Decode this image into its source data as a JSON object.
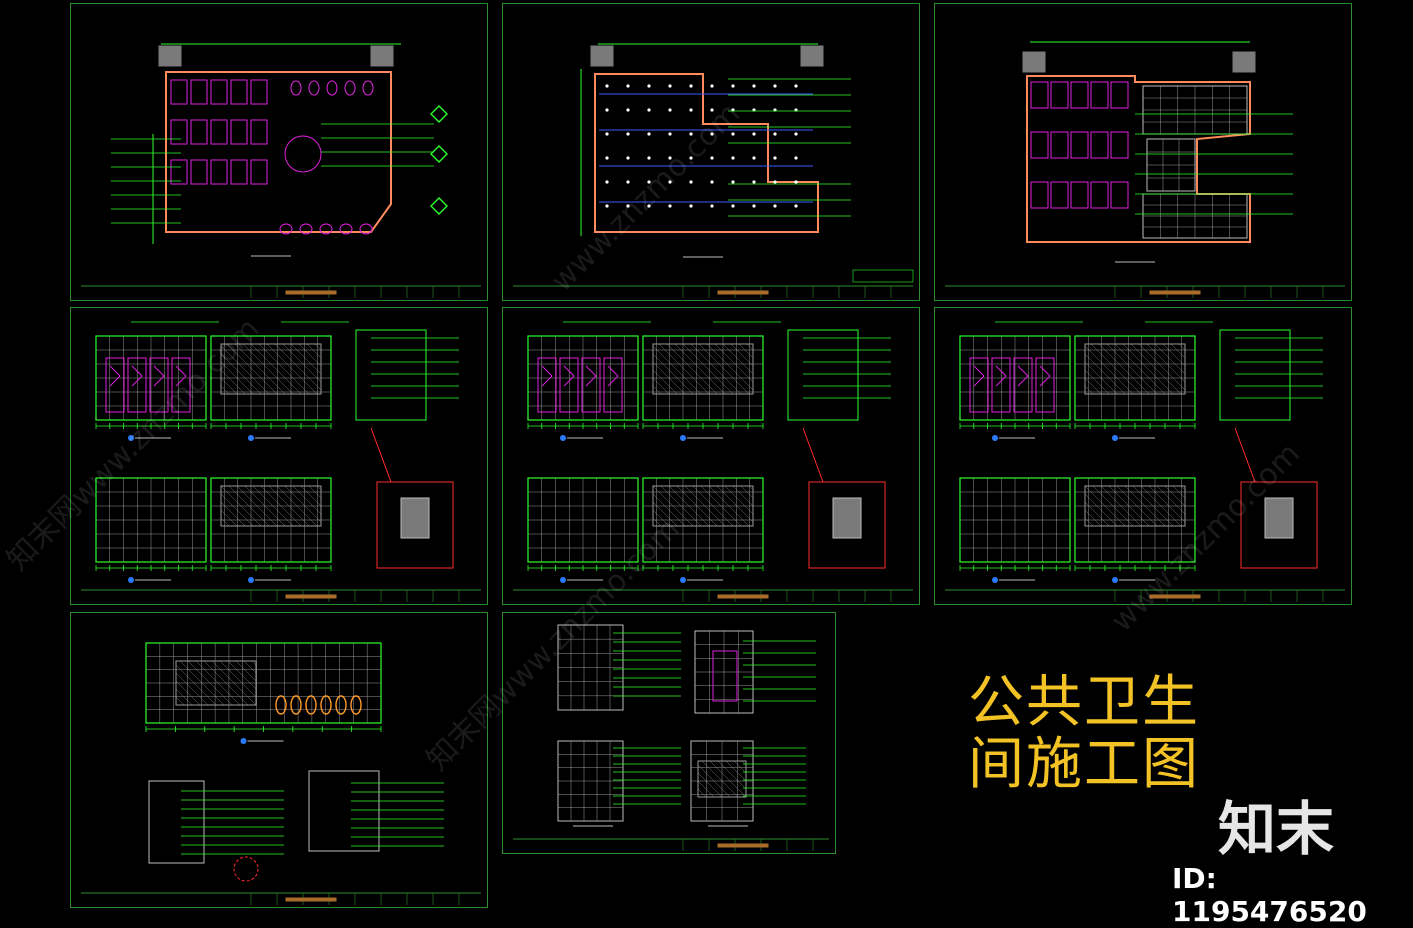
{
  "poster": {
    "title_line1": "公共卫生",
    "title_line2": "间施工图",
    "logo": "知末",
    "id_label": "ID: 1195476520"
  },
  "watermarks": [
    "知末网www.znzmo.com",
    "www.znzmo.com",
    "知末网www.znzmo.com",
    "www.znzmo.com"
  ],
  "colors": {
    "background": "#000000",
    "frame": "#2e8b2e",
    "title": "#f3c326",
    "wall": "#ff8a5c",
    "fixture": "#e020e0",
    "leader": "#2bff2b",
    "grid": "#bdbdbd",
    "hatch": "#9a9a9a",
    "accent_red": "#ff2a2a",
    "fill_gray": "#7a7a7a"
  },
  "sheets": [
    {
      "id": "floor-plan",
      "kind": "plan"
    },
    {
      "id": "ceiling-plan",
      "kind": "ceiling"
    },
    {
      "id": "floor-tile-plan",
      "kind": "tile"
    },
    {
      "id": "elevations-a",
      "kind": "elev"
    },
    {
      "id": "elevations-b",
      "kind": "elev"
    },
    {
      "id": "elevations-c",
      "kind": "elev"
    },
    {
      "id": "elevations-d",
      "kind": "elev"
    },
    {
      "id": "details",
      "kind": "detail"
    }
  ]
}
